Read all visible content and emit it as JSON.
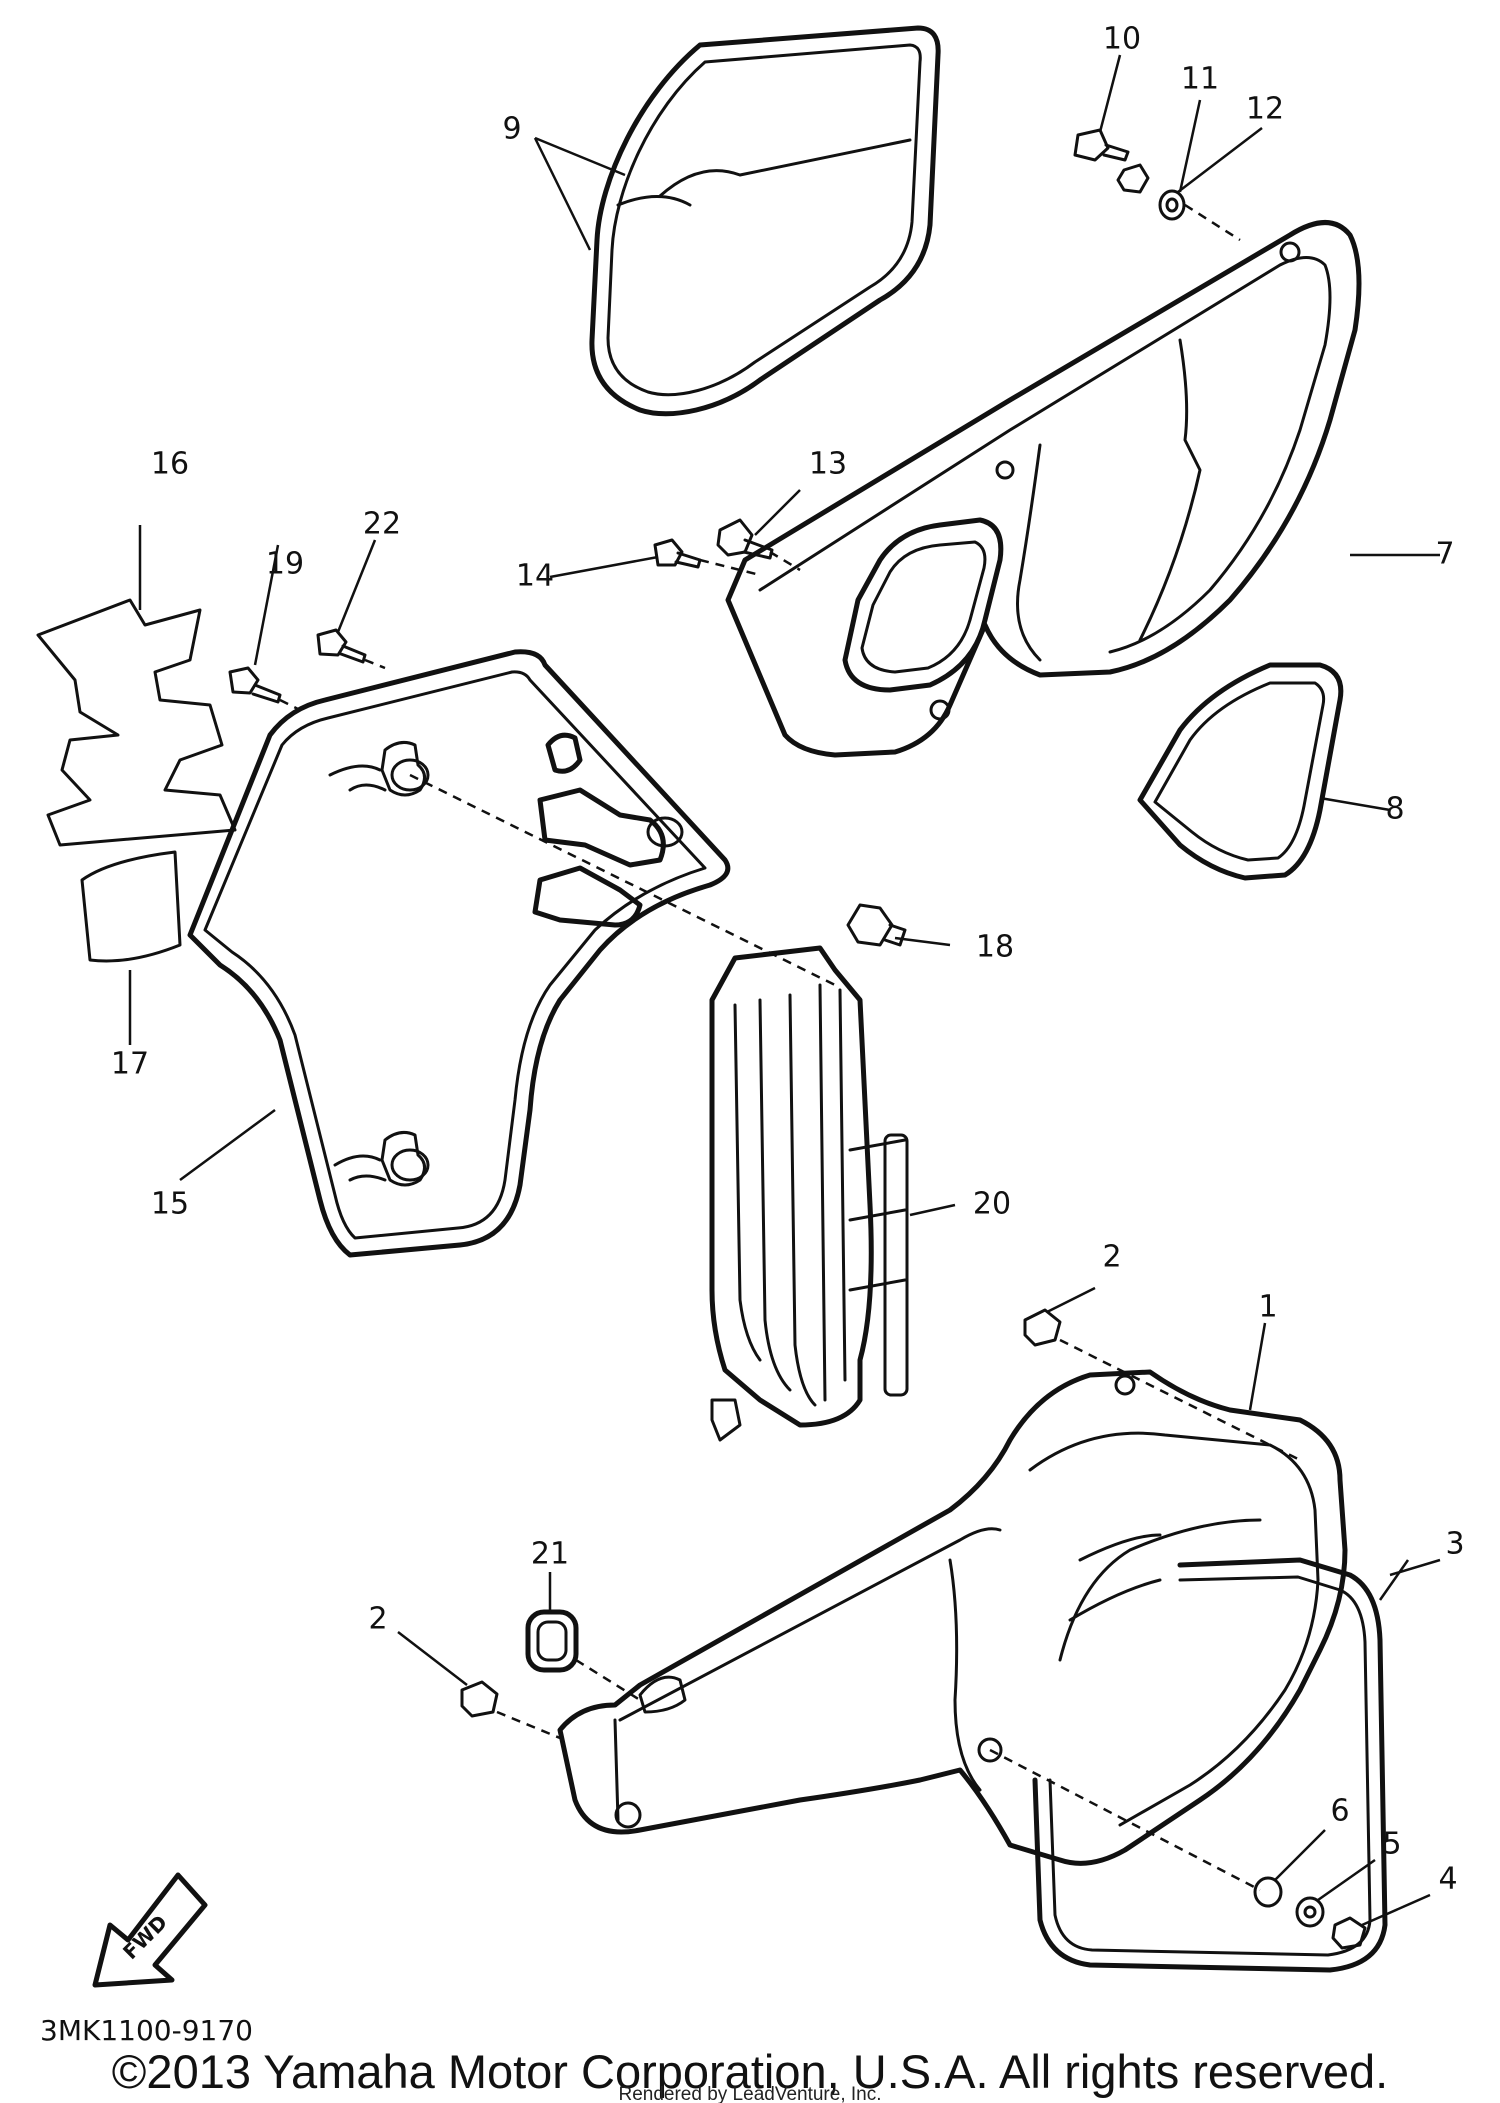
{
  "callouts": [
    {
      "id": "1",
      "label": "1"
    },
    {
      "id": "2a",
      "label": "2"
    },
    {
      "id": "2b",
      "label": "2"
    },
    {
      "id": "3",
      "label": "3"
    },
    {
      "id": "4",
      "label": "4"
    },
    {
      "id": "5",
      "label": "5"
    },
    {
      "id": "6",
      "label": "6"
    },
    {
      "id": "7",
      "label": "7"
    },
    {
      "id": "8",
      "label": "8"
    },
    {
      "id": "9",
      "label": "9"
    },
    {
      "id": "10",
      "label": "10"
    },
    {
      "id": "11",
      "label": "11"
    },
    {
      "id": "12",
      "label": "12"
    },
    {
      "id": "13",
      "label": "13"
    },
    {
      "id": "14",
      "label": "14"
    },
    {
      "id": "15",
      "label": "15"
    },
    {
      "id": "16",
      "label": "16"
    },
    {
      "id": "17",
      "label": "17"
    },
    {
      "id": "18",
      "label": "18"
    },
    {
      "id": "19",
      "label": "19"
    },
    {
      "id": "20",
      "label": "20"
    },
    {
      "id": "21",
      "label": "21"
    },
    {
      "id": "22",
      "label": "22"
    }
  ],
  "fwd_label": "FWD",
  "drawing_code": "3MK1100-9170",
  "copyright": "©2013 Yamaha Motor Corporation, U.S.A. All rights reserved.",
  "rendered_by": "Rendered by LeadVenture, Inc."
}
